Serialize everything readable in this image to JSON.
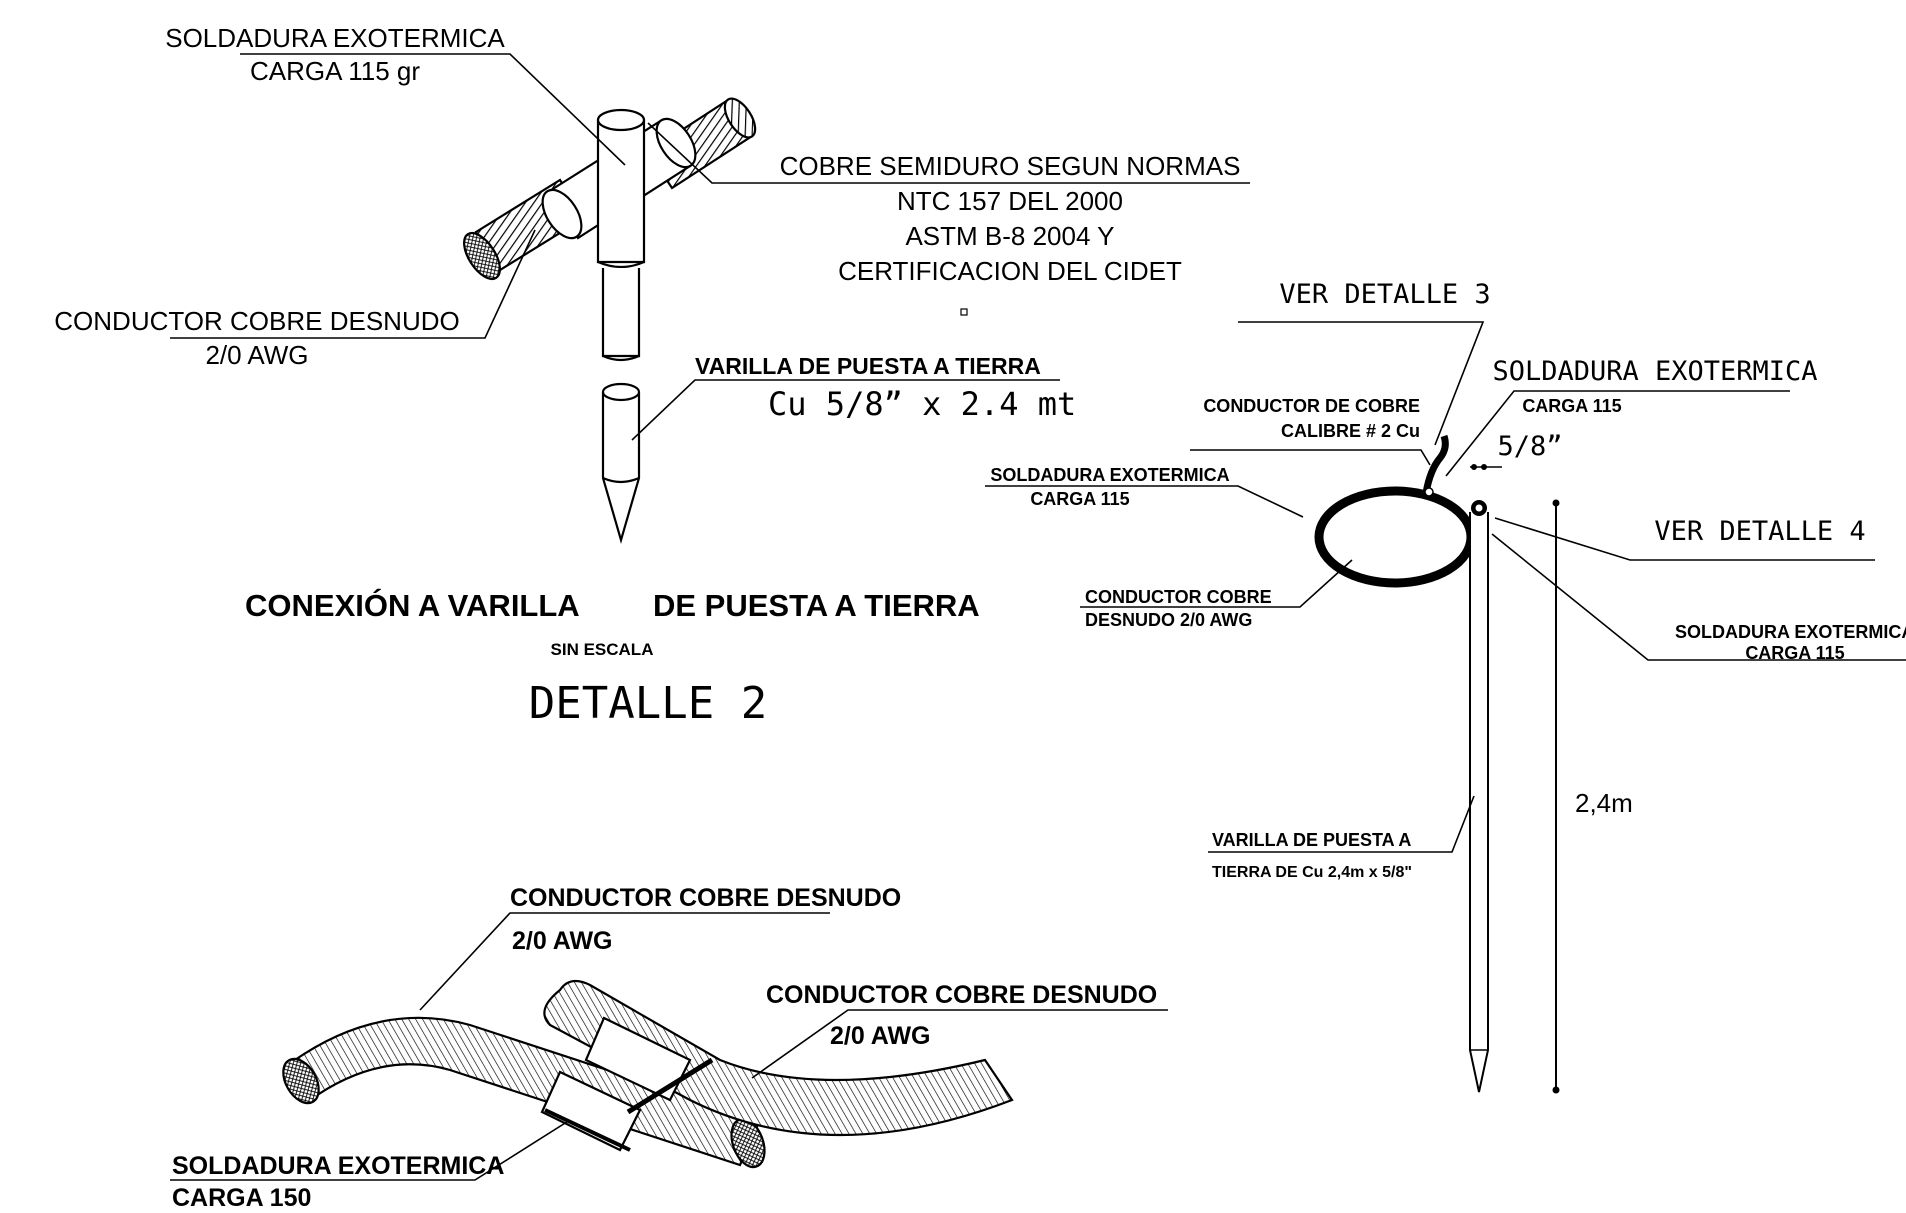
{
  "detail2": {
    "exo_label_1": "SOLDADURA EXOTERMICA",
    "exo_label_2": "CARGA 115 gr",
    "copper_spec_1": "COBRE SEMIDURO SEGUN NORMAS",
    "copper_spec_2": "NTC 157 DEL 2000",
    "copper_spec_3": "ASTM B-8 2004 Y",
    "copper_spec_4": "CERTIFICACION DEL CIDET",
    "conductor_label_1": "CONDUCTOR COBRE DESNUDO",
    "conductor_label_2": "2/0 AWG",
    "rod_label_1": "VARILLA DE PUESTA A TIERRA",
    "rod_label_2": "Cu 5/8” x 2.4 mt",
    "title_part_1": "CONEXIÓN A VARILLA",
    "title_part_2": "DE PUESTA A TIERRA",
    "scale_note": "SIN ESCALA",
    "detail_id": "DETALLE 2"
  },
  "rod_ring": {
    "ver_detalle_3": "VER DETALLE 3",
    "exo_top_1": "SOLDADURA EXOTERMICA",
    "exo_top_2": "CARGA 115",
    "conductor_cobre_1": "CONDUCTOR DE COBRE",
    "conductor_cobre_2": "CALIBRE # 2 Cu",
    "dim_5_8": "5/8”",
    "exo_left_1": "SOLDADURA EXOTERMICA",
    "exo_left_2": "CARGA 115",
    "ver_detalle_4": "VER DETALLE 4",
    "conductor_desnudo_1": "CONDUCTOR COBRE",
    "conductor_desnudo_2": "DESNUDO 2/0 AWG",
    "exo_right_1": "SOLDADURA EXOTERMICA",
    "exo_right_2": "CARGA 115",
    "rod_1": "VARILLA DE PUESTA A",
    "rod_2": "TIERRA DE Cu 2,4m x 5/8\"",
    "dim_length": "2,4m"
  },
  "splice": {
    "conductor_a_1": "CONDUCTOR COBRE DESNUDO",
    "conductor_a_2": "2/0 AWG",
    "conductor_b_1": "CONDUCTOR COBRE DESNUDO",
    "conductor_b_2": "2/0 AWG",
    "exo_1": "SOLDADURA EXOTERMICA",
    "exo_2": "CARGA 150"
  },
  "colors": {
    "ink": "#000000",
    "background": "#ffffff"
  }
}
